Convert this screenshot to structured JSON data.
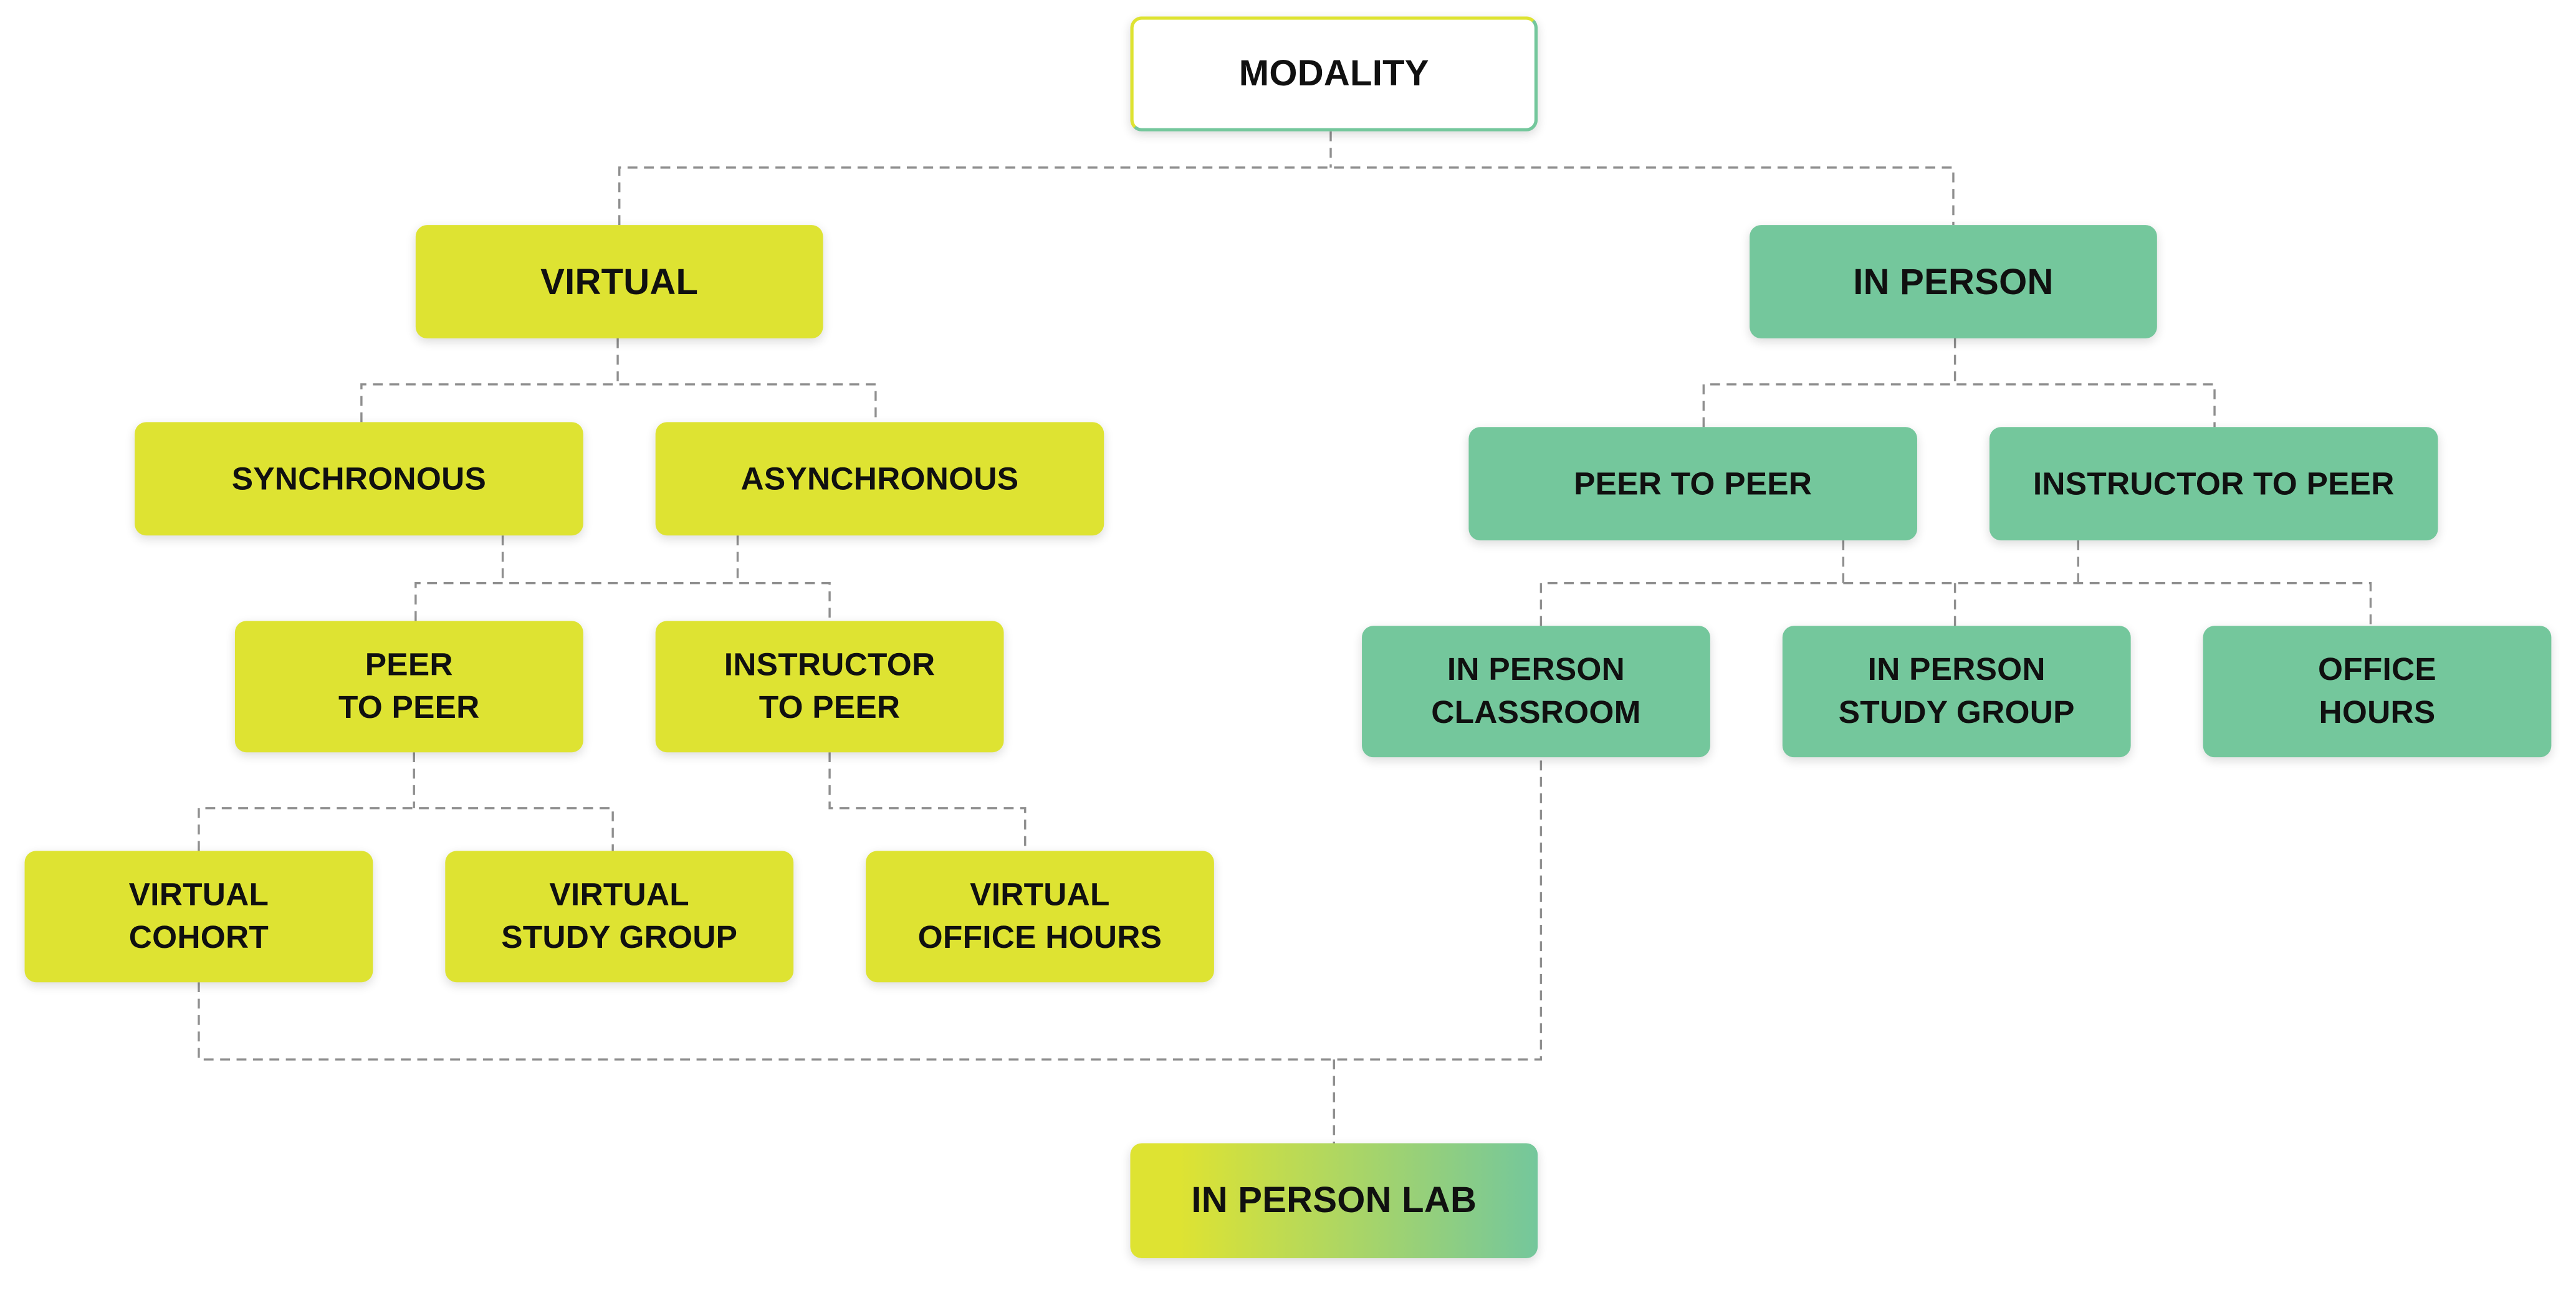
{
  "colors": {
    "lime": "#dee332",
    "green": "#74c79c",
    "connector": "#8f8f8f",
    "text": "#101010"
  },
  "nodes": {
    "modality": "MODALITY",
    "virtual": "VIRTUAL",
    "in_person": "IN PERSON",
    "synchronous": "SYNCHRONOUS",
    "asynchronous": "ASYNCHRONOUS",
    "virtual_peer_to_peer": "PEER\nTO PEER",
    "virtual_instructor_to_peer": "INSTRUCTOR\nTO PEER",
    "virtual_cohort": "VIRTUAL\nCOHORT",
    "virtual_study_group": "VIRTUAL\nSTUDY GROUP",
    "virtual_office_hours": "VIRTUAL\nOFFICE HOURS",
    "in_person_peer_to_peer": "PEER TO PEER",
    "in_person_instructor_to_peer": "INSTRUCTOR TO PEER",
    "in_person_classroom": "IN PERSON\nCLASSROOM",
    "in_person_study_group": "IN PERSON\nSTUDY GROUP",
    "office_hours": "OFFICE\nHOURS",
    "in_person_lab": "IN PERSON LAB"
  }
}
